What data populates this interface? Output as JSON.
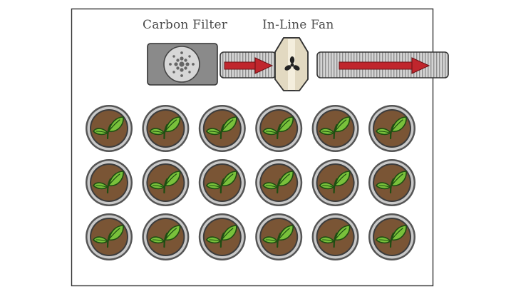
{
  "labels": {
    "carbon_filter": "Carbon Filter",
    "inline_fan": "In-Line Fan"
  },
  "plants": {
    "rows": 3,
    "cols": 6
  },
  "colors": {
    "room_border": "#333333",
    "duct_fill": "#d0d0d0",
    "filter_body": "#8a8a8a",
    "fan_fill": "#f4eedd",
    "arrow": "#c0262d",
    "soil": "#7a5535",
    "pot_ring": "#8a8a8a",
    "leaf": "#79c13b",
    "leaf_outline": "#1e4d12"
  },
  "icons": {
    "filter": "carbon-filter-icon",
    "fan": "fan-icon",
    "arrow": "airflow-arrow-icon",
    "plant": "seedling-icon"
  }
}
